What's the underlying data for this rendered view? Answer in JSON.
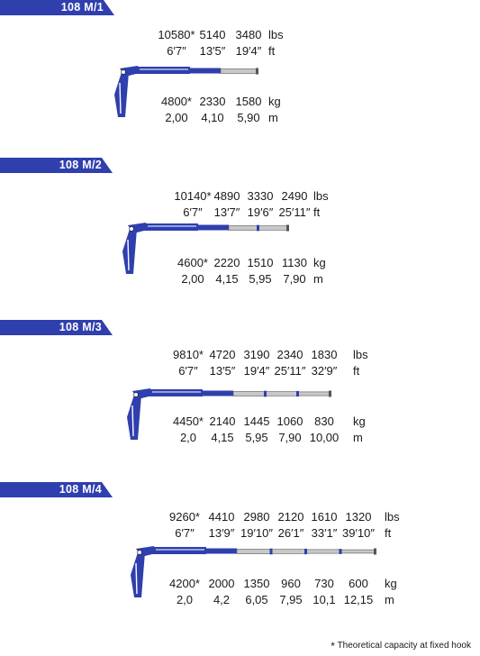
{
  "brand_color": "#2f3fae",
  "models": [
    {
      "label": "108 M/1",
      "extensions": 1,
      "lbs": [
        "10580*",
        "5140",
        "3480"
      ],
      "lbs_unit": "lbs",
      "ft": [
        "6′7″",
        "13′5″",
        "19′4″"
      ],
      "ft_unit": "ft",
      "kg": [
        "4800*",
        "2330",
        "1580"
      ],
      "kg_unit": "kg",
      "m": [
        "2,00",
        "4,10",
        "5,90"
      ],
      "m_unit": "m"
    },
    {
      "label": "108 M/2",
      "extensions": 2,
      "lbs": [
        "10140*",
        "4890",
        "3330",
        "2490"
      ],
      "lbs_unit": "lbs",
      "ft": [
        "6′7″",
        "13′7″",
        "19′6″",
        "25′11″"
      ],
      "ft_unit": "ft",
      "kg": [
        "4600*",
        "2220",
        "1510",
        "1130"
      ],
      "kg_unit": "kg",
      "m": [
        "2,00",
        "4,15",
        "5,95",
        "7,90"
      ],
      "m_unit": "m"
    },
    {
      "label": "108 M/3",
      "extensions": 3,
      "lbs": [
        "9810*",
        "4720",
        "3190",
        "2340",
        "1830"
      ],
      "lbs_unit": "lbs",
      "ft": [
        "6′7″",
        "13′5″",
        "19′4″",
        "25′11″",
        "32′9″"
      ],
      "ft_unit": "ft",
      "kg": [
        "4450*",
        "2140",
        "1445",
        "1060",
        "830"
      ],
      "kg_unit": "kg",
      "m": [
        "2,0",
        "4,15",
        "5,95",
        "7,90",
        "10,00"
      ],
      "m_unit": "m"
    },
    {
      "label": "108 M/4",
      "extensions": 4,
      "lbs": [
        "9260*",
        "4410",
        "2980",
        "2120",
        "1610",
        "1320"
      ],
      "lbs_unit": "lbs",
      "ft": [
        "6′7″",
        "13′9″",
        "19′10″",
        "26′1″",
        "33′1″",
        "39′10″"
      ],
      "ft_unit": "ft",
      "kg": [
        "4200*",
        "2000",
        "1350",
        "960",
        "730",
        "600"
      ],
      "kg_unit": "kg",
      "m": [
        "2,0",
        "4,2",
        "6,05",
        "7,95",
        "10,1",
        "12,15"
      ],
      "m_unit": "m"
    }
  ],
  "footnote": {
    "symbol": "*",
    "text": "Theoretical capacity at fixed hook"
  }
}
